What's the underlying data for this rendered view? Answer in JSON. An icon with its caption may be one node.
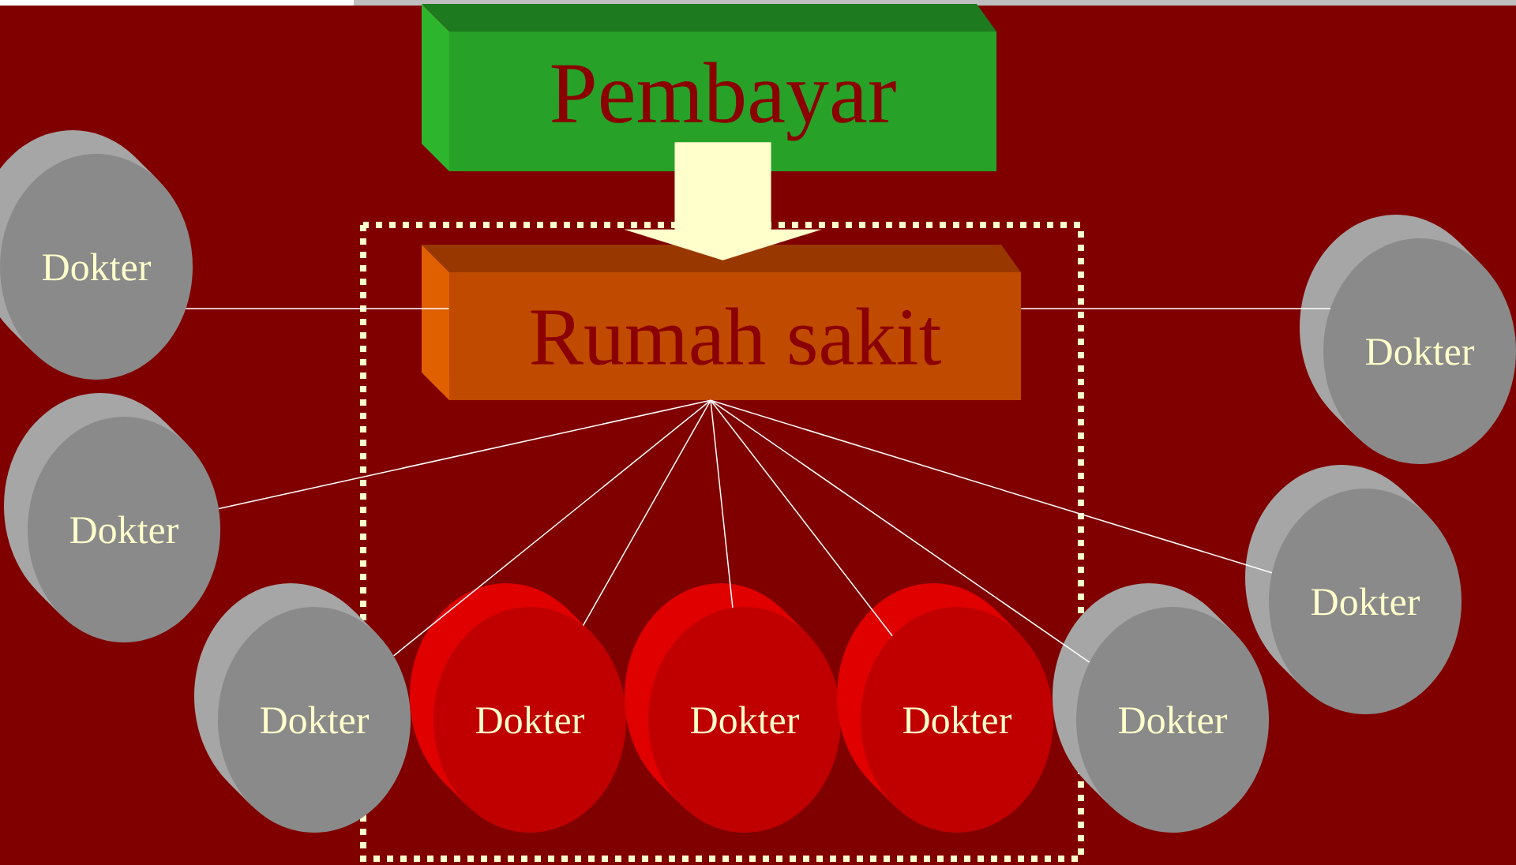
{
  "diagram": {
    "nodes": [
      {
        "text": [
          "Pembayar"
        ]
      },
      {
        "text": [
          "Rumah sakit"
        ]
      },
      {
        "text": [
          "Dokter"
        ]
      },
      {
        "text": [
          "Dokter"
        ]
      },
      {
        "text": [
          "Dokter"
        ]
      },
      {
        "text": [
          "Dokter"
        ]
      },
      {
        "text": [
          "Dokter"
        ]
      },
      {
        "text": [
          "Dokter"
        ]
      },
      {
        "text": [
          "Dokter"
        ]
      },
      {
        "text": [
          "Dokter"
        ]
      },
      {
        "text": [
          "Dokter"
        ]
      }
    ],
    "edges": [
      {
        "from": 0,
        "to": 1,
        "arrow": "to",
        "style": "thick",
        "color": "#ffffcc"
      },
      {
        "from": 1,
        "to": 2,
        "arrow": "none"
      },
      {
        "from": 1,
        "to": 3,
        "arrow": "none"
      },
      {
        "from": 1,
        "to": 4,
        "arrow": "none"
      },
      {
        "from": 1,
        "to": 5,
        "arrow": "none"
      },
      {
        "from": 1,
        "to": 6,
        "arrow": "none"
      },
      {
        "from": 1,
        "to": 7,
        "arrow": "none"
      },
      {
        "from": 1,
        "to": 8,
        "arrow": "none"
      },
      {
        "from": 1,
        "to": 9,
        "arrow": "none"
      },
      {
        "from": 1,
        "to": 10,
        "arrow": "none"
      }
    ]
  }
}
